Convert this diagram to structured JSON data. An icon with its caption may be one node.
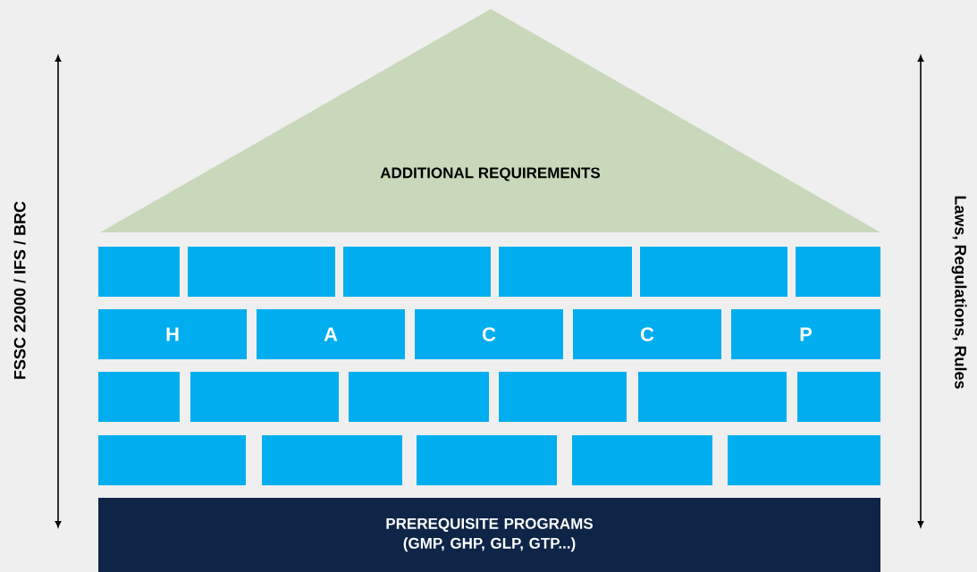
{
  "diagram": {
    "nodes": [
      {
        "text": [
          "ADDITIONAL REQUIREMENTS"
        ]
      },
      {
        "text": [],
        "shape": "box"
      },
      {
        "text": [],
        "shape": "box"
      },
      {
        "text": [],
        "shape": "box"
      },
      {
        "text": [],
        "shape": "box"
      },
      {
        "text": [],
        "shape": "box"
      },
      {
        "text": [],
        "shape": "box"
      },
      {
        "text": [
          "H"
        ]
      },
      {
        "text": [
          "A"
        ]
      },
      {
        "text": [
          "C"
        ]
      },
      {
        "text": [
          "C"
        ]
      },
      {
        "text": [
          "P"
        ]
      },
      {
        "text": [],
        "shape": "box"
      },
      {
        "text": [],
        "shape": "box"
      },
      {
        "text": [],
        "shape": "box"
      },
      {
        "text": [],
        "shape": "box"
      },
      {
        "text": [],
        "shape": "box"
      },
      {
        "text": [],
        "shape": "box"
      },
      {
        "text": [],
        "shape": "box"
      },
      {
        "text": [],
        "shape": "box"
      },
      {
        "text": [],
        "shape": "box"
      },
      {
        "text": [],
        "shape": "box"
      },
      {
        "text": [],
        "shape": "box"
      },
      {
        "text": [
          "PREREQUISITE PROGRAMS (GMP, GHP, GLP, GTP...)"
        ]
      }
    ],
    "labels": [
      "FSSC 22000 / IFS / BRC",
      "Laws, Regulations, Rules"
    ]
  }
}
